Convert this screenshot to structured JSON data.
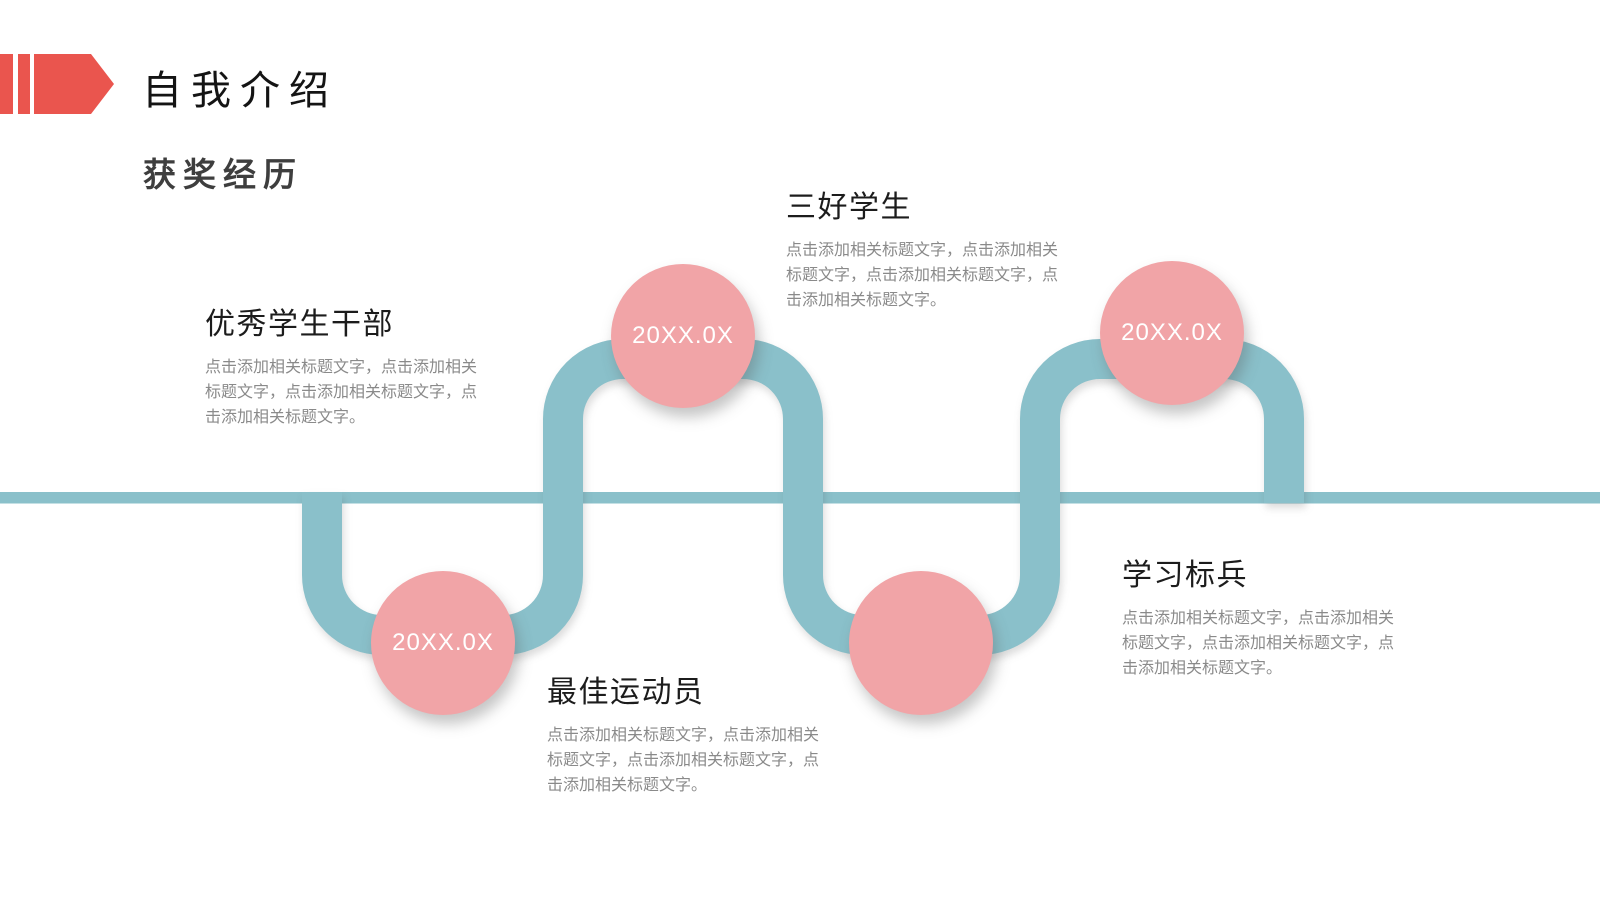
{
  "slide": {
    "title": "自我介绍",
    "subtitle": "获奖经历"
  },
  "colors": {
    "accent_red": "#ea554e",
    "timeline_teal": "#8ac0ca",
    "node_pink": "#f1a4a7",
    "node_date_text": "#ffffff",
    "heading_text": "#1c1c1c",
    "body_text": "#8a8a8a",
    "subtitle_text": "#3e3e3e",
    "background": "#ffffff"
  },
  "timeline": {
    "nodes": [
      {
        "date": "20XX.0X",
        "title": "优秀学生干部",
        "desc": "点击添加相关标题文字，点击添加相关标题文字，点击添加相关标题文字，点击添加相关标题文字。",
        "position": "bottom"
      },
      {
        "date": "20XX.0X",
        "title": "三好学生",
        "desc": "点击添加相关标题文字，点击添加相关标题文字，点击添加相关标题文字，点击添加相关标题文字。",
        "position": "top"
      },
      {
        "date": "",
        "title": "最佳运动员",
        "desc": "点击添加相关标题文字，点击添加相关标题文字，点击添加相关标题文字，点击添加相关标题文字。",
        "position": "bottom"
      },
      {
        "date": "20XX.0X",
        "title": "学习标兵",
        "desc": "点击添加相关标题文字，点击添加相关标题文字，点击添加相关标题文字，点击添加相关标题文字。",
        "position": "top"
      }
    ]
  }
}
